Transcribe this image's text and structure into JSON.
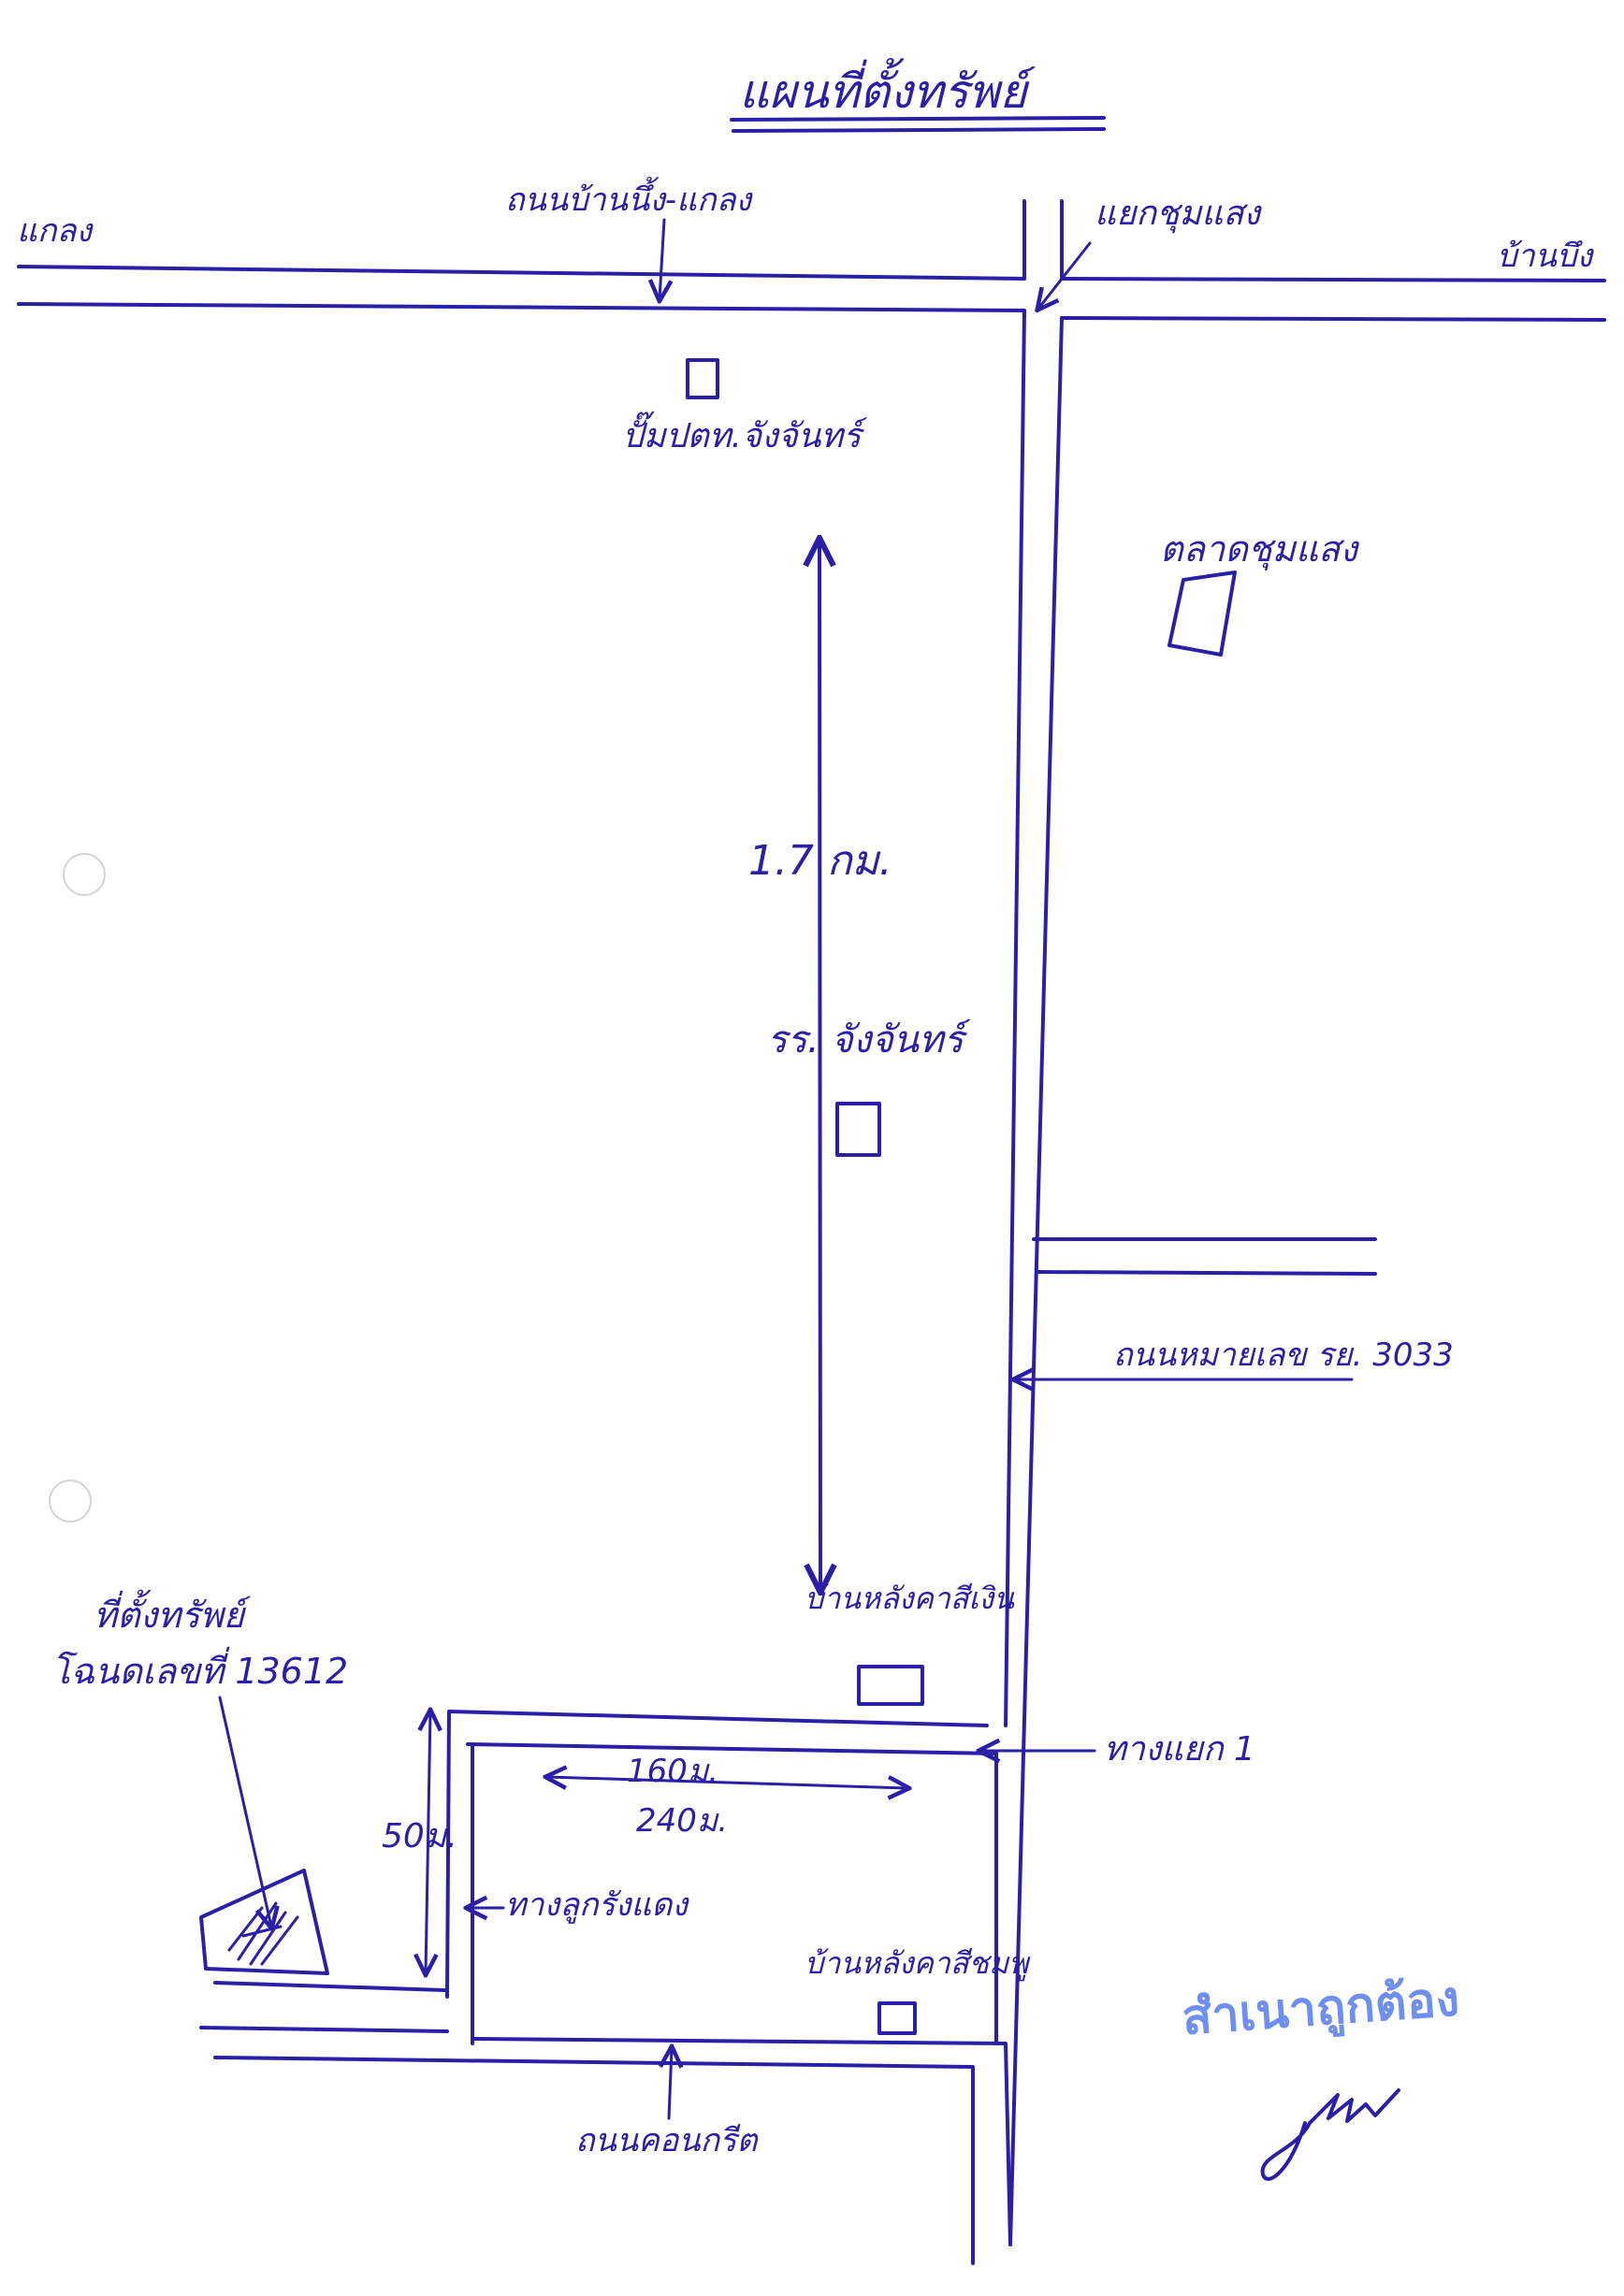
{
  "map": {
    "title": "แผนที่ตั้งทรัพย์",
    "ink_color": "#2b1fa8",
    "stamp_color": "#6f8ff0",
    "labels": {
      "road_top": "ถนนบ้านนึ้ง-แกลง",
      "left_edge": "แกลง",
      "right_edge": "บ้านบึง",
      "junction_top": "แยกชุมแสง",
      "gas_station": "ปั๊มปตท.จังจันทร์",
      "market": "ตลาดชุมแสง",
      "distance": "1.7 กม.",
      "school": "รร. จังจันทร์",
      "highway": "ถนนหมายเลข รย. 3033",
      "house_corner": "บ้านหลังคาสีเงิน",
      "intersection": "ทางแยก 1",
      "dim_160": "160ม.",
      "dim_240": "240ม.",
      "dim_50": "50ม.",
      "soil_road": "ทางลูกรังแดง",
      "property": "ที่ตั้งทรัพย์",
      "deed": "โฉนดเลขที่ 13612",
      "house_inner": "บ้านหลังคาสีชมพู",
      "road_bottom": "ถนนคอนกรีต",
      "stamp": "สำเนาถูกต้อง"
    },
    "icons": [
      "arrow-icon",
      "building-icon",
      "signature-icon"
    ]
  }
}
